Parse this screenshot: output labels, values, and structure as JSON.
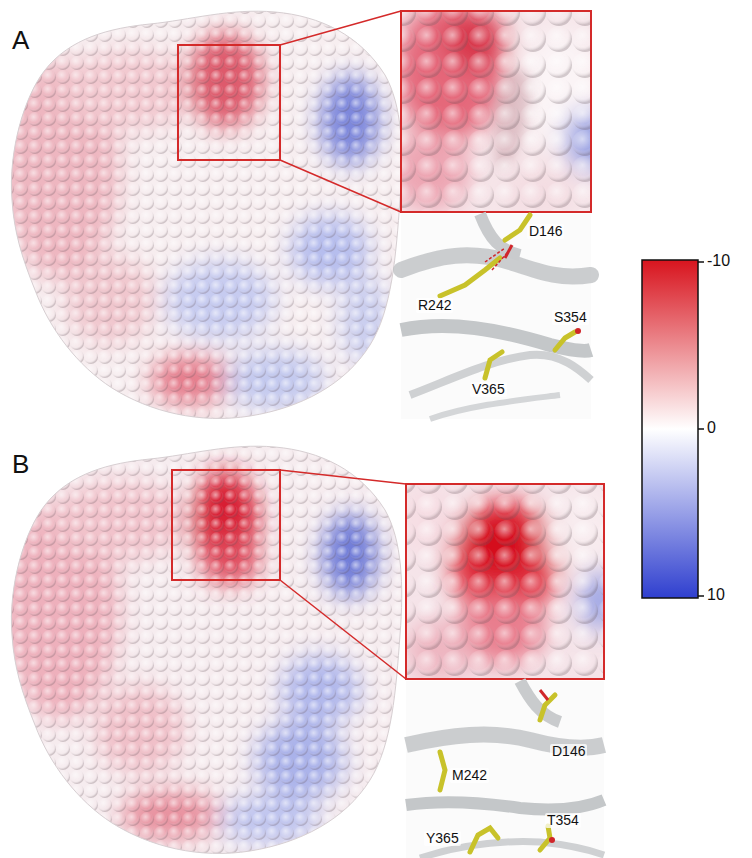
{
  "diagram": {
    "labels": [
      "A",
      "R242",
      "D146",
      "S354",
      "V365",
      "B",
      "D146",
      "M242",
      "T354",
      "Y365",
      "-10",
      "0",
      "10"
    ]
  }
}
